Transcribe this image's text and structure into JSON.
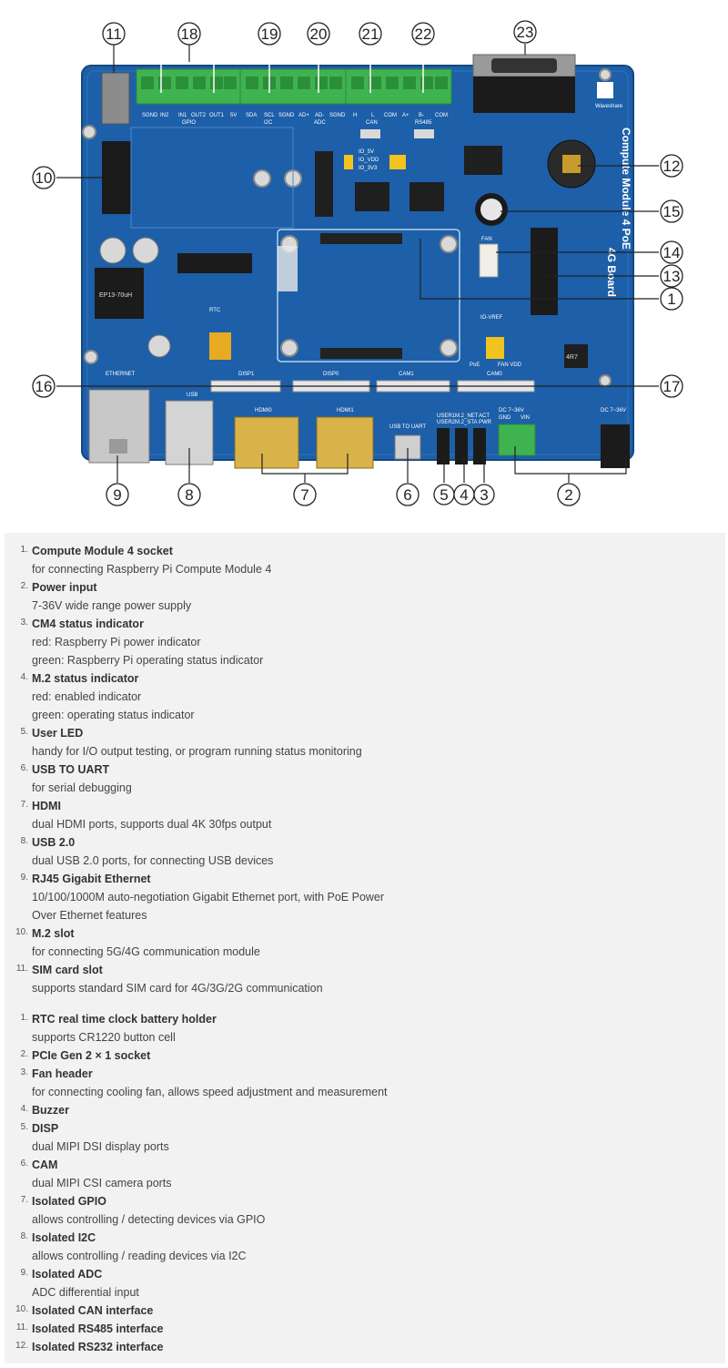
{
  "figure": {
    "callouts": [
      "1",
      "2",
      "3",
      "4",
      "5",
      "6",
      "7",
      "8",
      "9",
      "10",
      "11",
      "12",
      "13",
      "14",
      "15",
      "16",
      "17",
      "18",
      "19",
      "20",
      "21",
      "22",
      "23"
    ],
    "board_text": {
      "board_title_1": "Compute Module 4 PoE",
      "board_title_2": "4G Board",
      "brand": "Waveshare",
      "inductor": "EP13-70uH",
      "gpio_pins": [
        "SGND",
        "IN2",
        "IN1",
        "OUT2",
        "OUT1",
        "5V"
      ],
      "gpio": "GPIO",
      "i2c_pins": [
        "SDA",
        "SCL",
        "SGND"
      ],
      "i2c": "I2C",
      "adc_pins": [
        "AD+",
        "AD-",
        "SGND"
      ],
      "adc": "ADC",
      "can_pins": [
        "H",
        "L",
        "COM"
      ],
      "can": "CAN",
      "rs485_pins": [
        "A+",
        "B-",
        "COM"
      ],
      "rs485": "RS485",
      "io_5v": "IO_5V",
      "io_vdd": "IO_VDD",
      "io_3v3": "IO_3V3",
      "fan": "FAN",
      "io_vref": "IO-VREF",
      "poe": "PoE",
      "fan_vdd": "FAN VDD",
      "ethernet": "ETHERNET",
      "usb": "USB",
      "hdmi0": "HDMI0",
      "hdmi1": "HDMI1",
      "disp1": "DISP1",
      "disp0": "DISP0",
      "cam1": "CAM1",
      "cam0": "CAM0",
      "usb_to_uart": "USB TO UART",
      "user1": "USER1",
      "user2": "USER2",
      "m2_net": "M.2_NET",
      "m2_sta": "M.2_STA",
      "act": "ACT",
      "pwr": "PWR",
      "dc_in": "DC 7~36V",
      "gnd": "GND",
      "vin": "VIN",
      "dc_side": "DC 7~36V",
      "rtc": "RTC",
      "inductor2": "4R7"
    }
  },
  "list1": [
    {
      "num": "1.",
      "title": "Compute Module 4 socket",
      "desc": [
        "for connecting Raspberry Pi Compute Module 4"
      ]
    },
    {
      "num": "2.",
      "title": "Power input",
      "desc": [
        "7-36V wide range power supply"
      ]
    },
    {
      "num": "3.",
      "title": "CM4 status indicator",
      "desc": [
        "red: Raspberry Pi power indicator",
        "green: Raspberry Pi operating status indicator"
      ]
    },
    {
      "num": "4.",
      "title": "M.2 status indicator",
      "desc": [
        "red: enabled indicator",
        "green: operating status indicator"
      ]
    },
    {
      "num": "5.",
      "title": "User LED",
      "desc": [
        "handy for I/O output testing, or program running status monitoring"
      ]
    },
    {
      "num": "6.",
      "title": "USB TO UART",
      "desc": [
        "for serial debugging"
      ]
    },
    {
      "num": "7.",
      "title": "HDMI",
      "desc": [
        "dual HDMI ports, supports dual 4K 30fps output"
      ]
    },
    {
      "num": "8.",
      "title": "USB 2.0",
      "desc": [
        "dual USB 2.0 ports, for connecting USB devices"
      ]
    },
    {
      "num": "9.",
      "title": "RJ45 Gigabit Ethernet",
      "desc": [
        "10/100/1000M auto-negotiation Gigabit Ethernet port, with PoE Power",
        "Over Ethernet features"
      ]
    },
    {
      "num": "10.",
      "title": "M.2 slot",
      "desc": [
        "for connecting 5G/4G communication module"
      ]
    },
    {
      "num": "11.",
      "title": "SIM card slot",
      "desc": [
        "supports standard SIM card for 4G/3G/2G communication"
      ]
    }
  ],
  "list2": [
    {
      "num": "1.",
      "title": "RTC real time clock battery holder",
      "desc": [
        "supports CR1220 button cell"
      ]
    },
    {
      "num": "2.",
      "title": "PCIe Gen 2 × 1 socket",
      "desc": []
    },
    {
      "num": "3.",
      "title": "Fan header",
      "desc": [
        "for connecting cooling fan, allows speed adjustment and measurement"
      ]
    },
    {
      "num": "4.",
      "title": "Buzzer",
      "desc": []
    },
    {
      "num": "5.",
      "title": "DISP",
      "desc": [
        "dual MIPI DSI display ports"
      ]
    },
    {
      "num": "6.",
      "title": "CAM",
      "desc": [
        "dual MIPI CSI camera ports"
      ]
    },
    {
      "num": "7.",
      "title": "Isolated GPIO",
      "desc": [
        "allows controlling / detecting devices via GPIO"
      ]
    },
    {
      "num": "8.",
      "title": "Isolated I2C",
      "desc": [
        "allows controlling / reading devices via I2C"
      ]
    },
    {
      "num": "9.",
      "title": "Isolated ADC",
      "desc": [
        "ADC differential input"
      ]
    },
    {
      "num": "10.",
      "title": "Isolated CAN interface",
      "desc": []
    },
    {
      "num": "11.",
      "title": "Isolated RS485 interface",
      "desc": []
    },
    {
      "num": "12.",
      "title": "Isolated RS232 interface",
      "desc": []
    }
  ]
}
